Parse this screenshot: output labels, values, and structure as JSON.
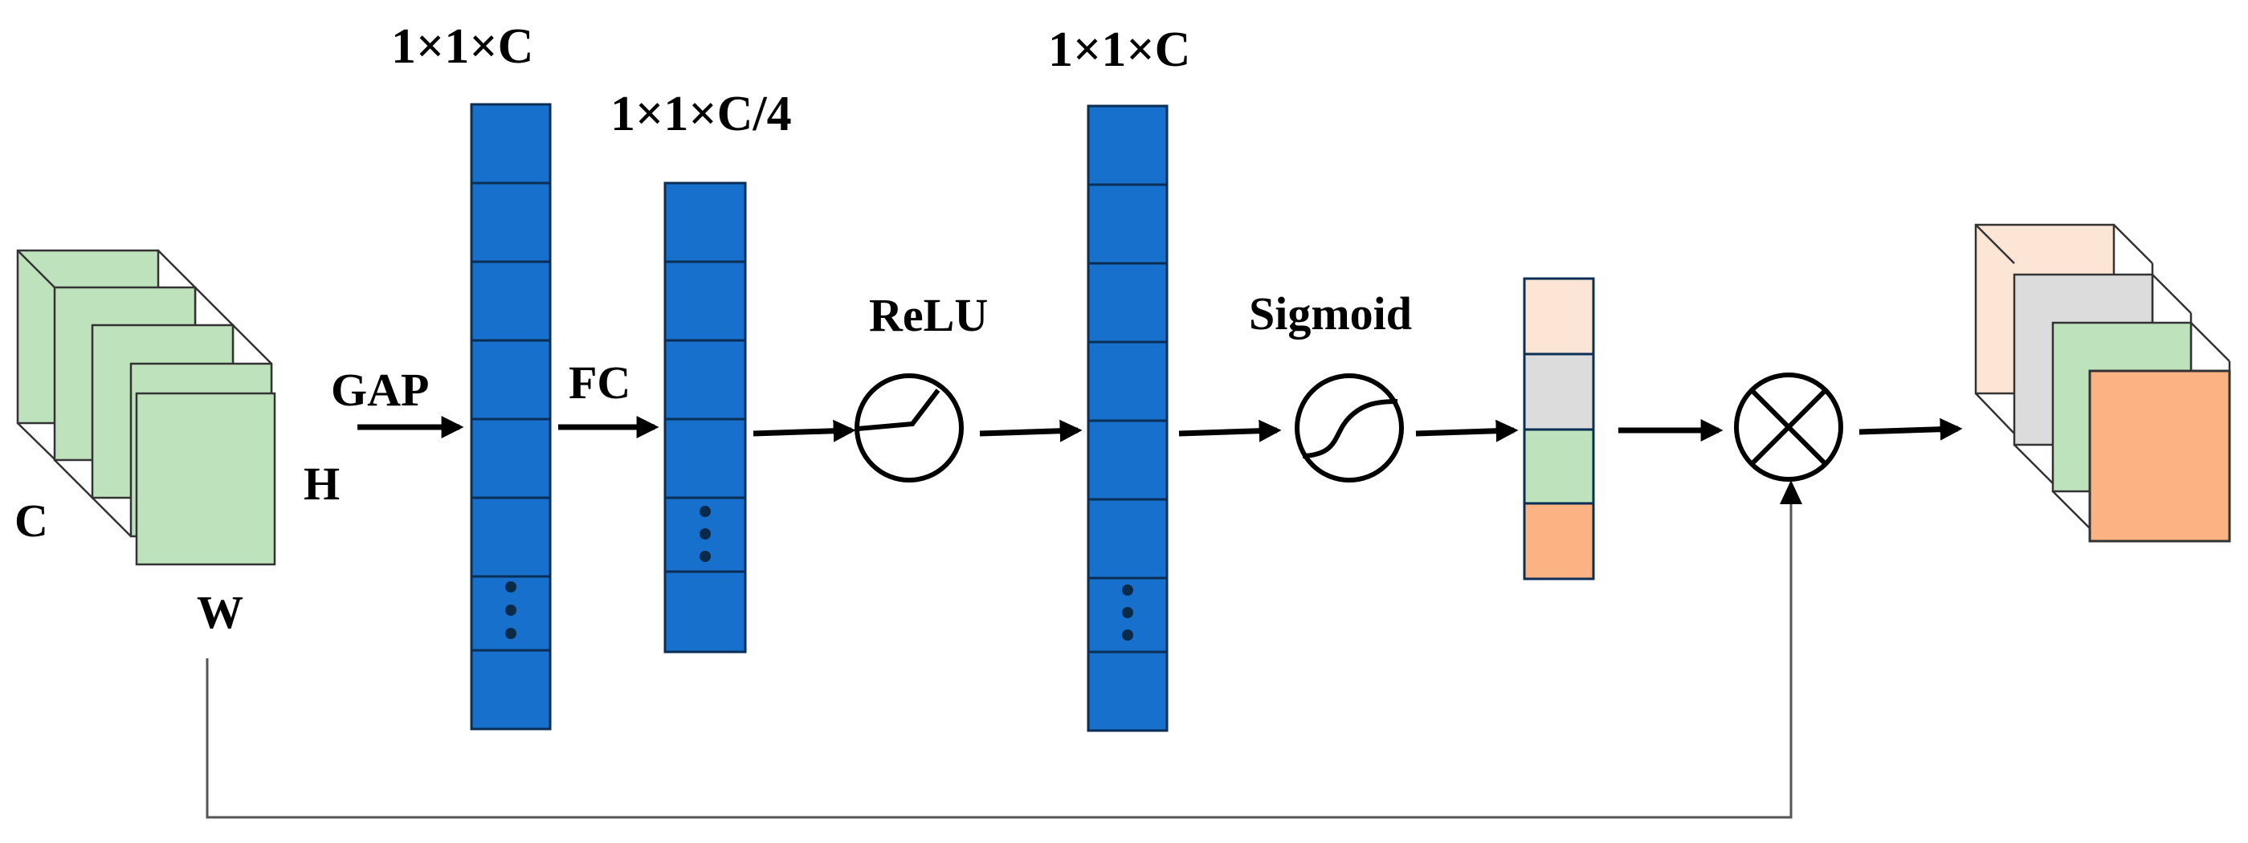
{
  "labels": {
    "input_c": "C",
    "input_h": "H",
    "input_w": "W",
    "gap": "GAP",
    "fc": "FC",
    "relu": "ReLU",
    "sigmoid": "Sigmoid",
    "dim_first": "1×1×C",
    "dim_reduced": "1×1×C/4",
    "dim_second": "1×1×C"
  },
  "colors": {
    "vector_blue": "#1770CC",
    "vector_stroke": "#0B2E55",
    "green": "#BEE3BC",
    "peach": "#FDE5D5",
    "gray": "#DCDCDC",
    "orange": "#FBB384"
  },
  "operator_icons": {
    "relu": "relu-curve-icon",
    "sigmoid": "sigmoid-curve-icon",
    "multiply": "multiply-circle-icon"
  }
}
